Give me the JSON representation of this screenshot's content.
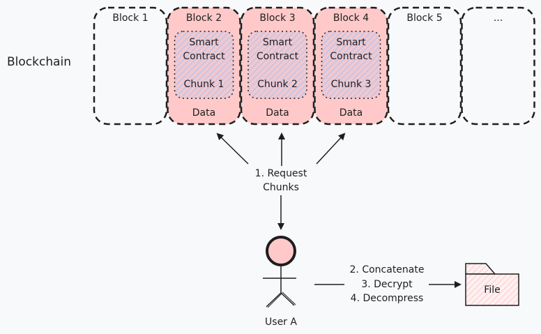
{
  "diagram": {
    "title_label": "Blockchain",
    "blocks": [
      {
        "label": "Block 1",
        "highlighted": false
      },
      {
        "label": "Block 2",
        "highlighted": true,
        "contract": [
          "Smart",
          "Contract"
        ],
        "chunk": "Chunk 1",
        "data": "Data"
      },
      {
        "label": "Block 3",
        "highlighted": true,
        "contract": [
          "Smart",
          "Contract"
        ],
        "chunk": "Chunk 2",
        "data": "Data"
      },
      {
        "label": "Block 4",
        "highlighted": true,
        "contract": [
          "Smart",
          "Contract"
        ],
        "chunk": "Chunk 3",
        "data": "Data"
      },
      {
        "label": "Block 5",
        "highlighted": false
      },
      {
        "label": "...",
        "highlighted": false
      }
    ],
    "request_label": [
      "1. Request",
      "Chunks"
    ],
    "user_label": "User A",
    "steps": [
      "2. Concatenate",
      "3. Decrypt",
      "4. Decompress"
    ],
    "file_label": "File",
    "colors": {
      "background": "#f8f9fb",
      "block_fill": "#ffc9c9",
      "stroke": "#1e1e1e",
      "contract_hatch": "#a5b4e8",
      "head_fill": "#ffc9c9",
      "file_hatch": "#ffc9c9"
    }
  }
}
